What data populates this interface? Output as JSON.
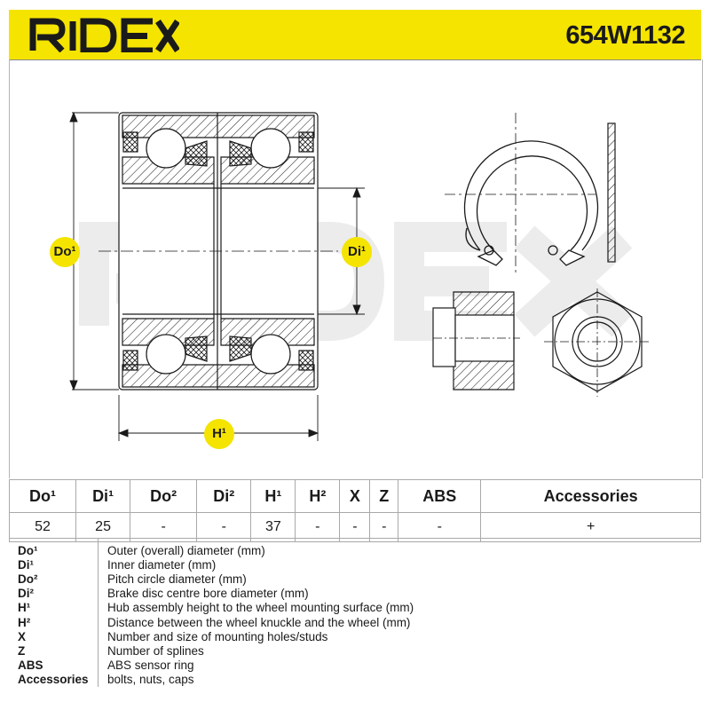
{
  "brand": "RIDEX",
  "part_number": "654W1132",
  "dimension_labels": {
    "do1": "Do¹",
    "di1": "Di¹",
    "h1": "H¹"
  },
  "table": {
    "headers": [
      "Do¹",
      "Di¹",
      "Do²",
      "Di²",
      "H¹",
      "H²",
      "X",
      "Z",
      "ABS",
      "Accessories"
    ],
    "values": [
      "52",
      "25",
      "-",
      "-",
      "37",
      "-",
      "-",
      "-",
      "-",
      "+"
    ]
  },
  "legend": [
    {
      "key": "Do¹",
      "desc": "Outer (overall) diameter (mm)"
    },
    {
      "key": "Di¹",
      "desc": "Inner diameter (mm)"
    },
    {
      "key": "Do²",
      "desc": "Pitch circle diameter (mm)"
    },
    {
      "key": "Di²",
      "desc": "Brake disc centre bore diameter (mm)"
    },
    {
      "key": "H¹",
      "desc": "Hub assembly height to the wheel mounting surface (mm)"
    },
    {
      "key": "H²",
      "desc": "Distance between the wheel knuckle and the wheel (mm)"
    },
    {
      "key": "X",
      "desc": "Number and size of mounting holes/studs"
    },
    {
      "key": "Z",
      "desc": "Number of splines"
    },
    {
      "key": "ABS",
      "desc": "ABS sensor ring"
    },
    {
      "key": "Accessories",
      "desc": "bolts, nuts, caps"
    }
  ],
  "colors": {
    "accent": "#f4e400",
    "line": "#1a1a1a",
    "watermark": "#ececec"
  }
}
